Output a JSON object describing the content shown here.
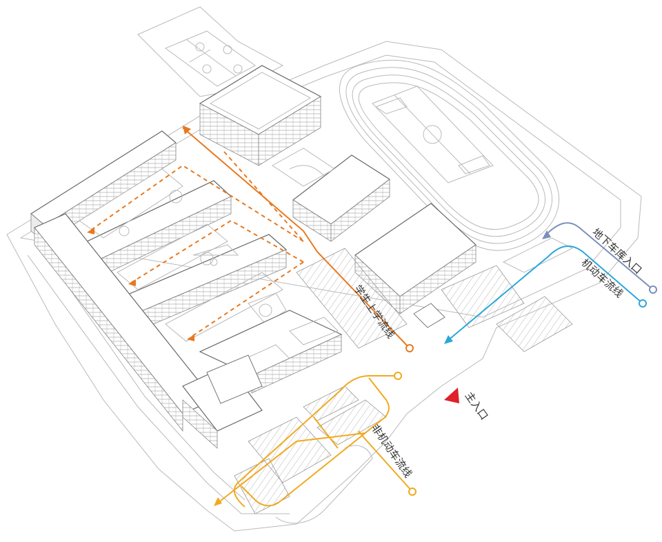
{
  "labels": {
    "student_flow": "学生上学流线",
    "garage_entrance": "地下车库入口",
    "vehicle_flow": "机动车流线",
    "main_entrance": "主入口",
    "nonmotor_flow": "非机动车流线"
  },
  "colors": {
    "student_flow": "#e8781e",
    "garage_flow": "#7b8fbb",
    "vehicle_flow": "#2aa7d8",
    "nonmotor_flow": "#f0a91e",
    "main_entrance_marker": "#e0202a",
    "linework": "#8a8a8a"
  }
}
